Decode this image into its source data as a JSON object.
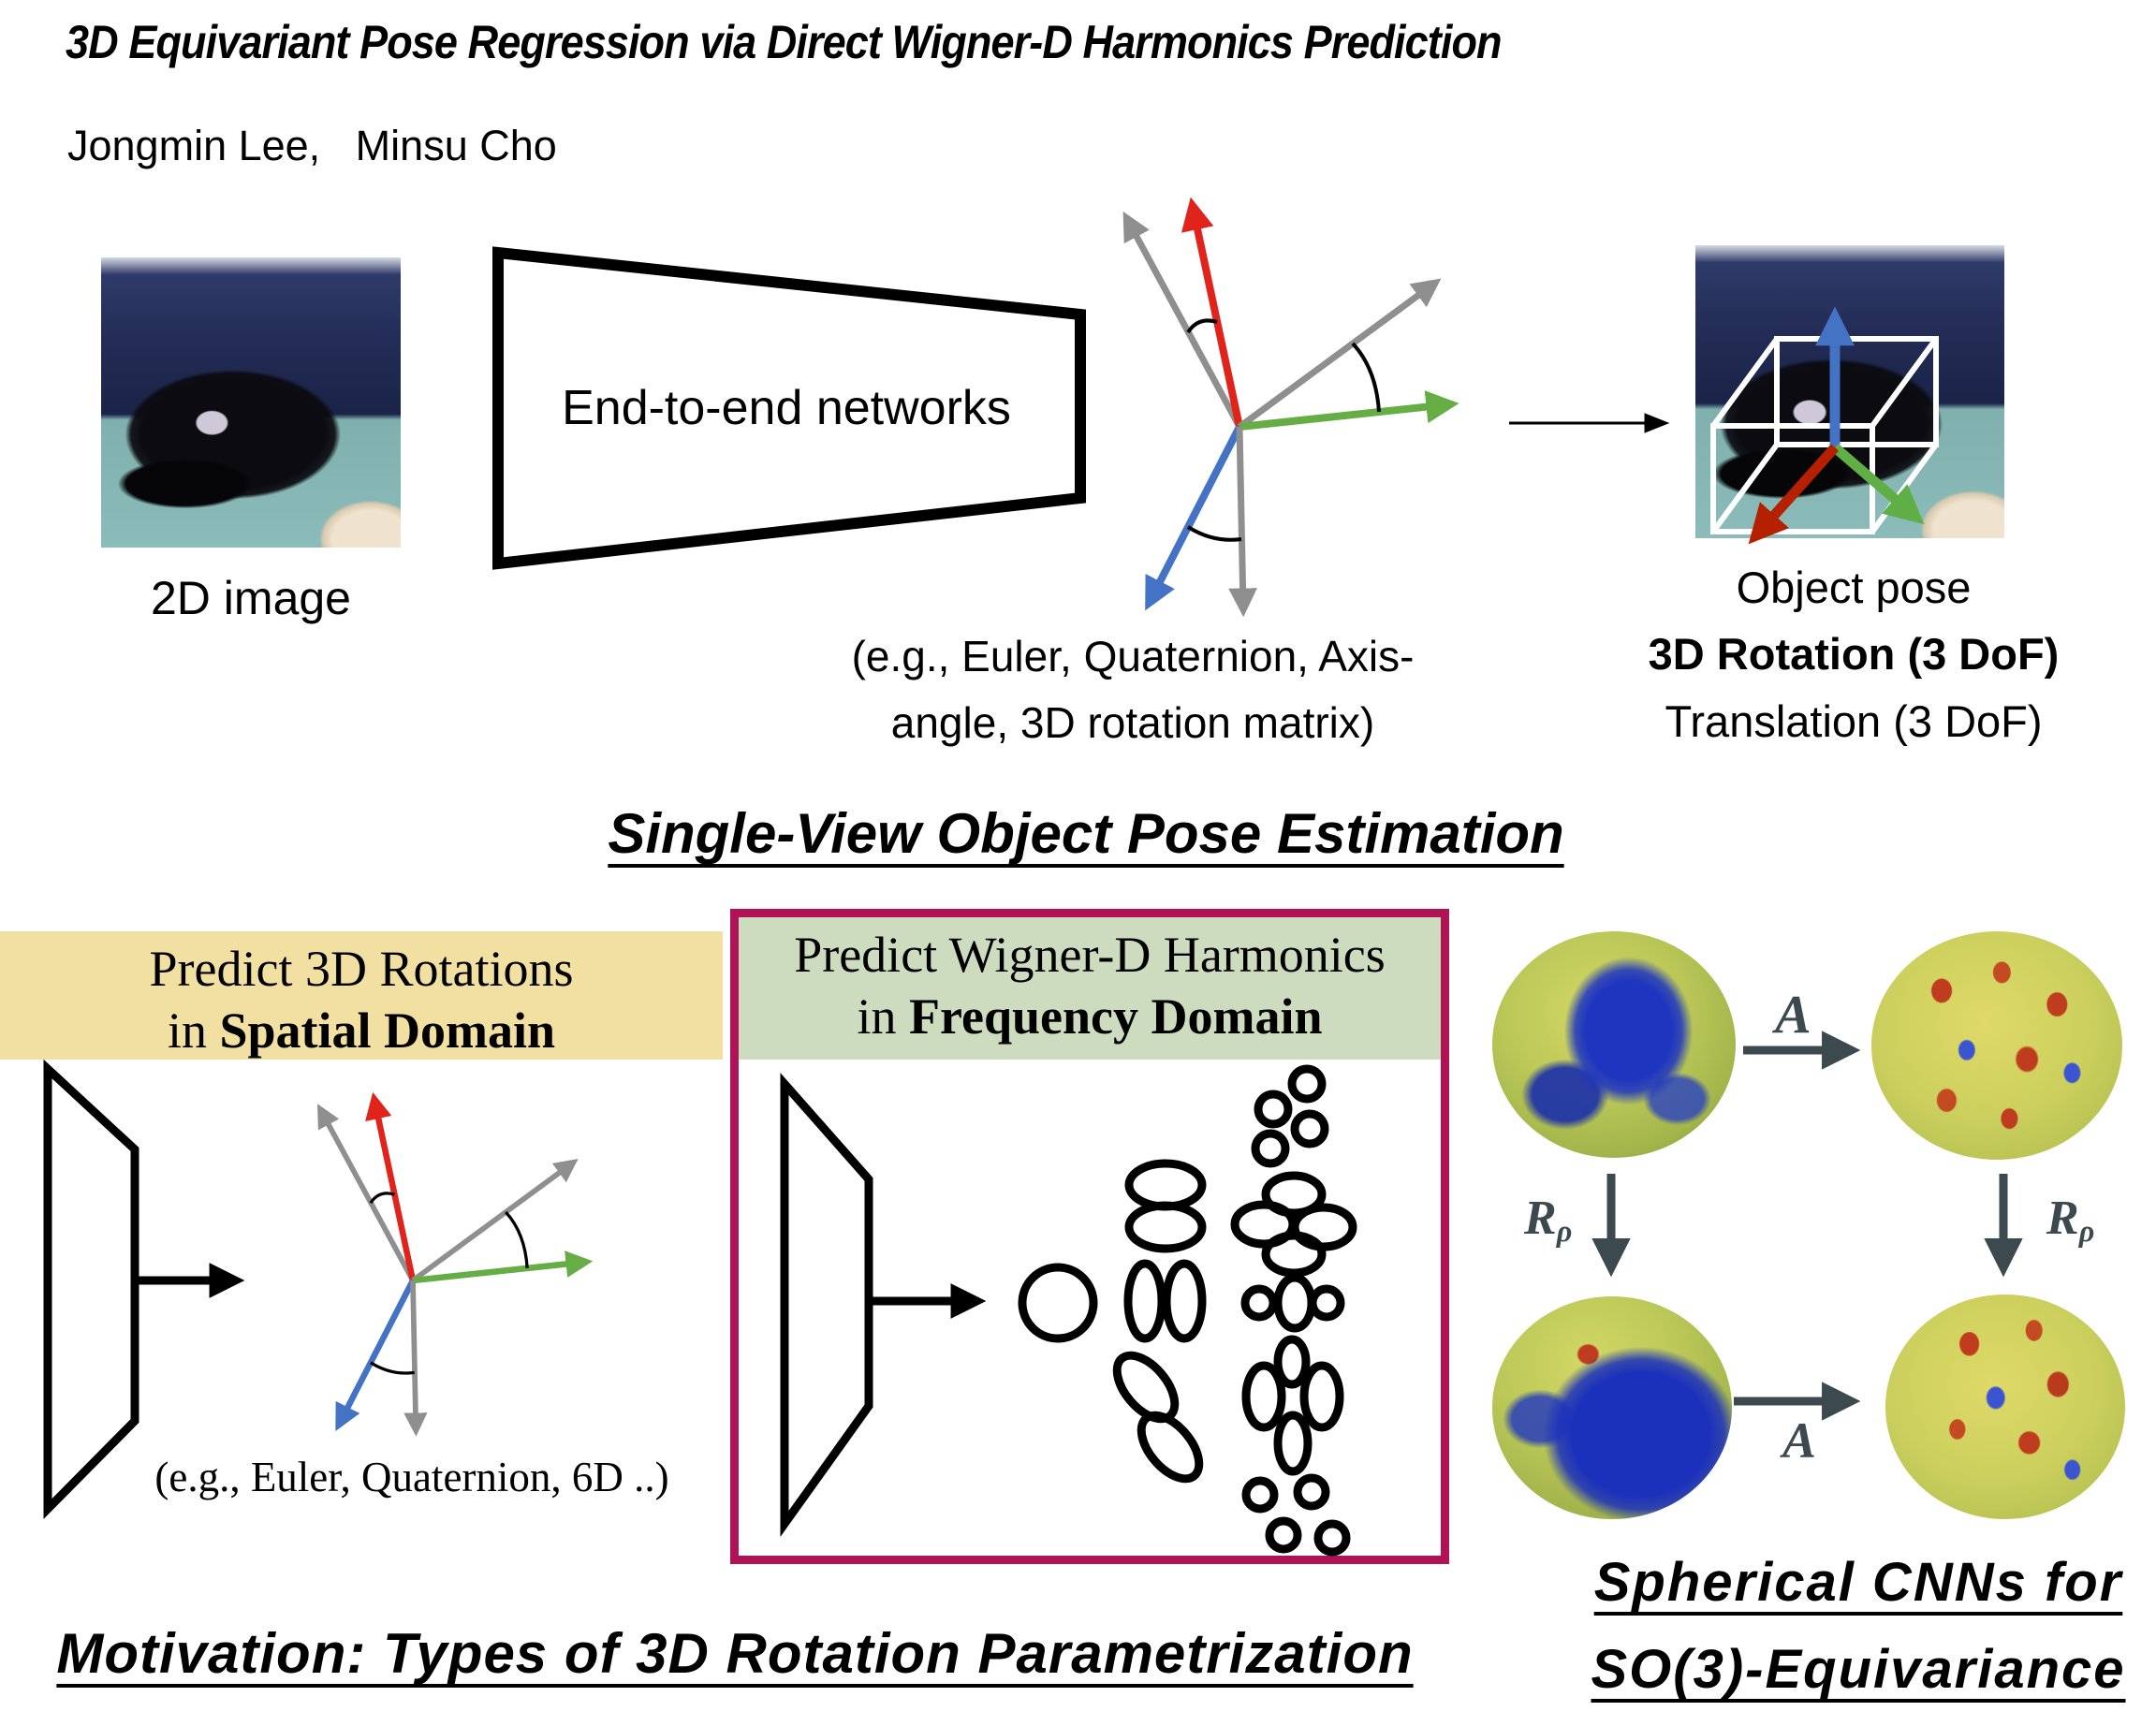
{
  "title": "3D Equivariant Pose Regression via Direct Wigner-D Harmonics Prediction",
  "authors": "Jongmin Lee,   Minsu Cho",
  "pipeline": {
    "input_label": "2D image",
    "network_label": "End-to-end networks",
    "param_caption_line1": "(e.g., Euler, Quaternion, Axis-",
    "param_caption_line2": "angle, 3D rotation matrix)",
    "output_title": "Object pose",
    "output_rotation": "3D Rotation (3 DoF)",
    "output_translation": "Translation (3 DoF)"
  },
  "headings": {
    "pipeline": "Single-View Object Pose Estimation",
    "motivation": "Motivation: Types of 3D Rotation Parametrization",
    "spherical_line1": "Spherical CNNs for",
    "spherical_line2": "SO(3)-Equivariance"
  },
  "spatial_box": {
    "title_line1": "Predict 3D Rotations",
    "title_line2_prefix": "in",
    "title_line2_bold": "Spatial Domain",
    "caption": "(e.g., Euler, Quaternion, 6D ..)"
  },
  "frequency_box": {
    "title_line1": "Predict Wigner-D Harmonics",
    "title_line2_prefix": "in",
    "title_line2_bold": "Frequency Domain"
  },
  "operators": {
    "transform": "A",
    "rotation": "R",
    "rotation_sub": "ρ"
  },
  "colors": {
    "accent_yellow": "#f2dfa2",
    "accent_green": "#cddcbf",
    "accent_maroon": "#b01355",
    "axis_red": "#e0241b",
    "axis_green": "#67ad45",
    "axis_blue": "#4472c4",
    "axis_gray": "#8f8f8f",
    "slate": "#3c4a4f",
    "pose_red": "#b42000",
    "pose_green": "#5faf46",
    "pose_blue": "#4472c4"
  }
}
